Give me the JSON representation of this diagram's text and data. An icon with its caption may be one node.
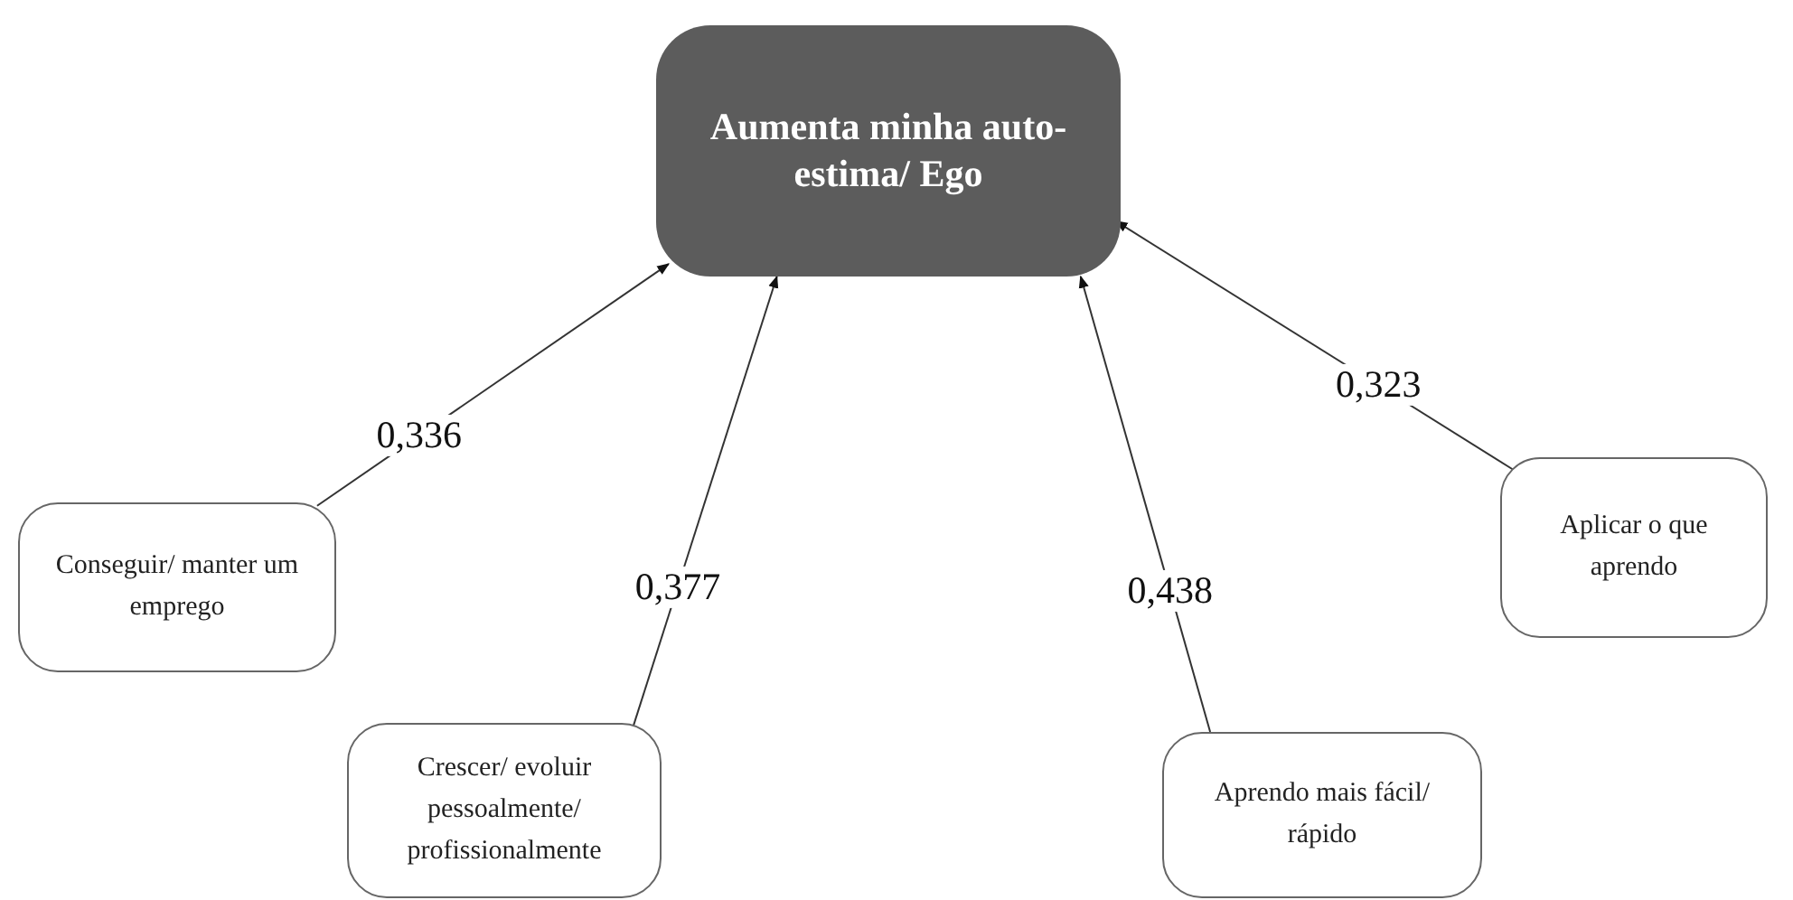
{
  "diagram": {
    "nodes": [
      {
        "text": [
          "Aumenta minha auto-estima/ Ego"
        ]
      },
      {
        "text": [
          "Conseguir/ manter um emprego"
        ]
      },
      {
        "text": [
          "Crescer/ evoluir pessoalmente/ profissionalmente"
        ]
      },
      {
        "text": [
          "Aprendo mais fácil/ rápido"
        ]
      },
      {
        "text": [
          "Aplicar o que aprendo"
        ]
      }
    ],
    "edges": [
      {
        "from": 1,
        "to": 0,
        "arrow": "to",
        "label": "0,336"
      },
      {
        "from": 2,
        "to": 0,
        "arrow": "to",
        "label": "0,377"
      },
      {
        "from": 3,
        "to": 0,
        "arrow": "to",
        "label": "0,438"
      },
      {
        "from": 4,
        "to": 0,
        "arrow": "to",
        "label": "0,323"
      }
    ]
  }
}
